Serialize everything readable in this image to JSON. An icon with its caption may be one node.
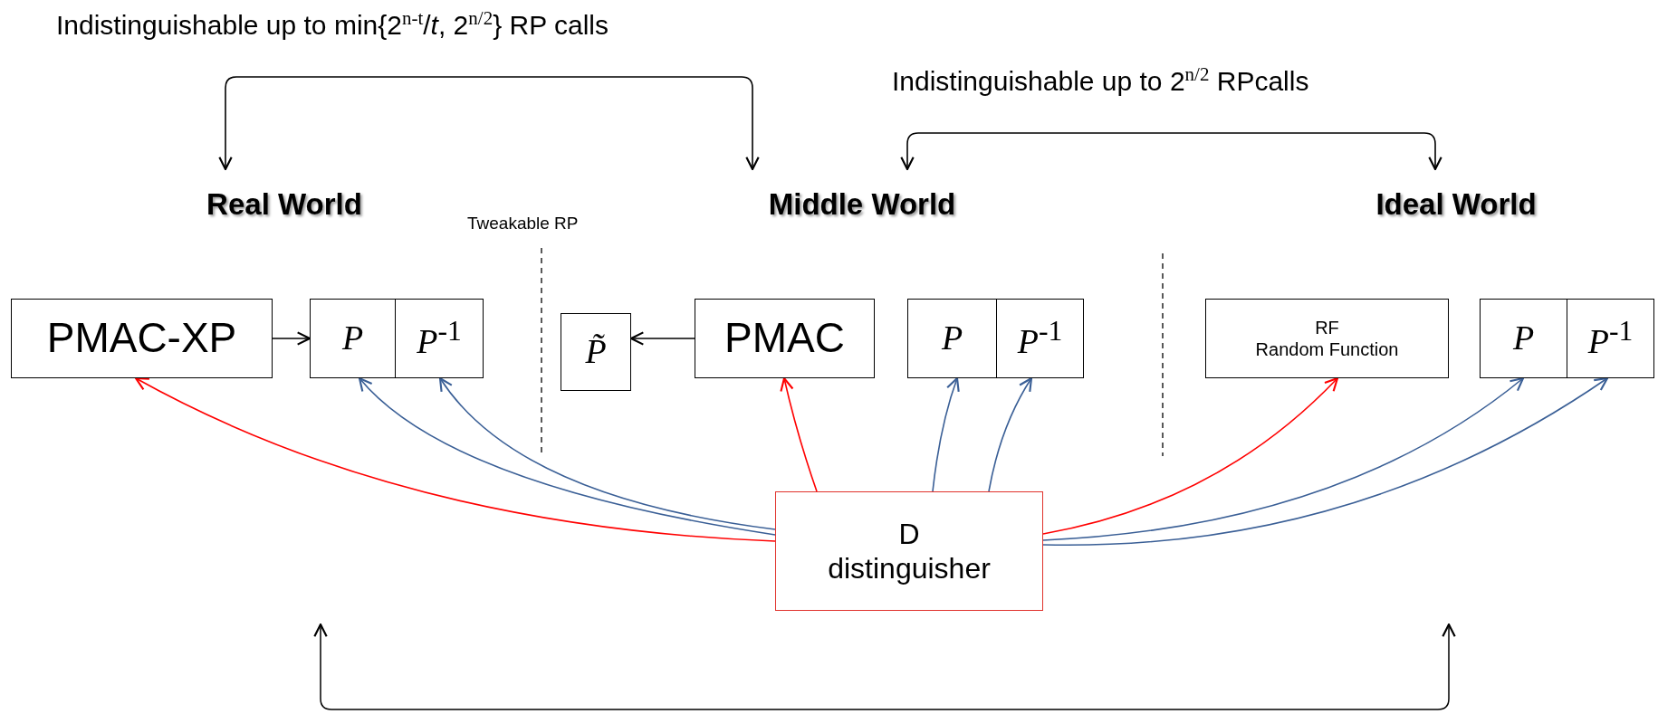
{
  "diagram": {
    "nodes": [
      {
        "text": [
          "Real World"
        ]
      },
      {
        "text": [
          "Middle World"
        ]
      },
      {
        "text": [
          "Ideal World"
        ]
      },
      {
        "text": [
          "PMAC-XP"
        ]
      },
      {
        "text": [
          "P"
        ]
      },
      {
        "text": [
          "*P*$^{-1}$"
        ]
      },
      {
        "text": [
          "P̃"
        ]
      },
      {
        "text": [
          "PMAC"
        ]
      },
      {
        "text": [
          "P"
        ]
      },
      {
        "text": [
          "*P*$^{-1}$"
        ]
      },
      {
        "text": [
          "RF",
          "Random Function"
        ]
      },
      {
        "text": [
          "P"
        ]
      },
      {
        "text": [
          "*P*$^{-1}$"
        ]
      },
      {
        "text": [
          "D",
          "distinguisher"
        ]
      }
    ],
    "edges": [
      {
        "from": 0,
        "to": 1,
        "arrow": "both",
        "label": "Indistinguishable up to min{2$^{n-t}$/*t*, 2$^{n/2}$} RP calls",
        "color": "#000000"
      },
      {
        "from": 1,
        "to": 2,
        "arrow": "both",
        "label": "Indistinguishable up to 2$^{n/2}$ RPcalls",
        "color": "#000000"
      },
      {
        "from": 3,
        "to": 4,
        "arrow": "to",
        "color": "#000000"
      },
      {
        "from": 7,
        "to": 6,
        "arrow": "to",
        "color": "#000000"
      },
      {
        "from": 13,
        "to": 3,
        "arrow": "to",
        "color": "#ff0000"
      },
      {
        "from": 13,
        "to": 4,
        "arrow": "to"
      },
      {
        "from": 13,
        "to": 5,
        "arrow": "to"
      },
      {
        "from": 13,
        "to": 7,
        "arrow": "to",
        "color": "#ff0000"
      },
      {
        "from": 13,
        "to": 8,
        "arrow": "to"
      },
      {
        "from": 13,
        "to": 9,
        "arrow": "to"
      },
      {
        "from": 13,
        "to": 10,
        "arrow": "to",
        "color": "#ff0000"
      },
      {
        "from": 13,
        "to": 11,
        "arrow": "to"
      },
      {
        "from": 13,
        "to": 12,
        "arrow": "to"
      }
    ],
    "labels": [
      "Tweakable RP"
    ]
  }
}
